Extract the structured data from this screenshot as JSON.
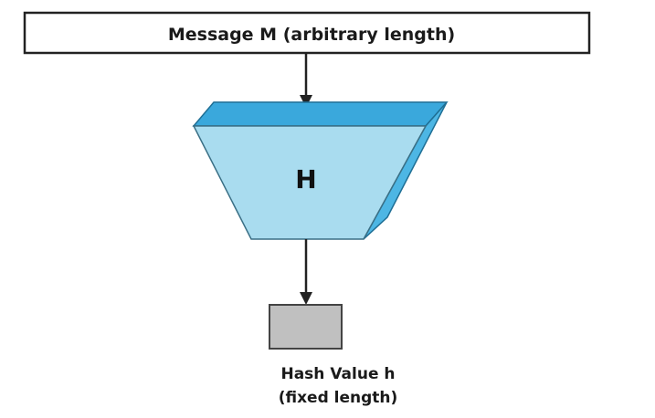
{
  "message_box": {
    "label": "Message M (arbitrary length)"
  },
  "hash_function": {
    "label": "H"
  },
  "output": {
    "line1": "Hash Value h",
    "line2": "(fixed length)"
  },
  "colors": {
    "funnel_front": "#a9dcef",
    "funnel_top": "#3aa8dc",
    "funnel_side": "#4db6e4",
    "output_box": "#c0c0c0",
    "stroke": "#222222"
  }
}
